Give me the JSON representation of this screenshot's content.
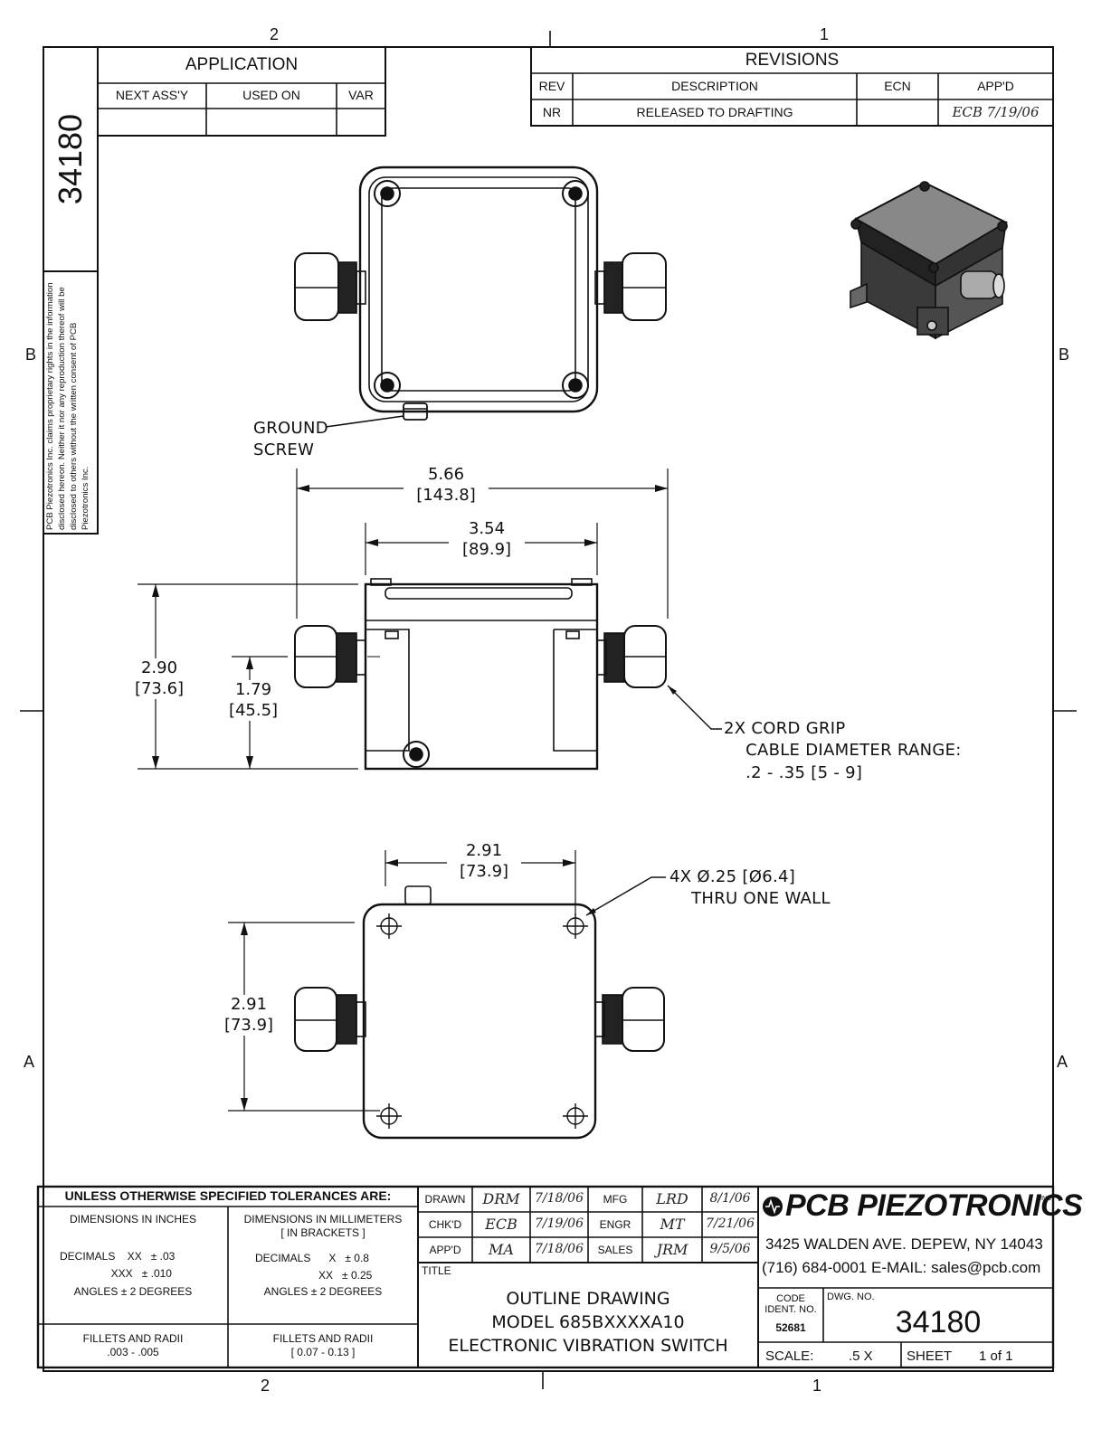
{
  "zones": {
    "top_left": "2",
    "top_right": "1",
    "bottom_left": "2",
    "bottom_right": "1",
    "row_b": "B",
    "row_a": "A"
  },
  "side_tab": {
    "number": "34180",
    "proprietary": "PCB Piezotronics Inc. claims proprietary rights in the information disclosed hereon. Neither it nor any reproduction thereof will be disclosed to others without the written consent of PCB Piezotronics Inc."
  },
  "application": {
    "title": "APPLICATION",
    "col_next": "NEXT ASS'Y",
    "col_used": "USED ON",
    "col_var": "VAR"
  },
  "revisions": {
    "title": "REVISIONS",
    "col_rev": "REV",
    "col_desc": "DESCRIPTION",
    "col_ecn": "ECN",
    "col_appd": "APP'D",
    "row_rev": "NR",
    "row_desc": "RELEASED TO DRAFTING",
    "row_ecn": "",
    "row_appd": "ECB 7/19/06"
  },
  "annotations": {
    "ground_screw": "GROUND\nSCREW",
    "cord_grip": "2X CORD GRIP\n    CABLE DIAMETER RANGE:\n    .2 - .35 [5 - 9]",
    "thru_wall": "4X Ø.25 [Ø6.4]\n    THRU ONE WALL"
  },
  "dimensions": {
    "overall_width": "5.66\n[143.8]",
    "body_width": "3.54\n[89.9]",
    "overall_height": "2.90\n[73.6]",
    "grip_height": "1.79\n[45.5]",
    "hole_spacing_x": "2.91\n[73.9]",
    "hole_spacing_y": "2.91\n[73.9]"
  },
  "tolerances": {
    "header": "UNLESS OTHERWISE SPECIFIED TOLERANCES ARE:",
    "inch_title": "DIMENSIONS IN INCHES",
    "mm_title": "DIMENSIONS IN MILLIMETERS\n[ IN BRACKETS ]",
    "inch_decimals": "DECIMALS    XX   ± .03\n                 XXX   ± .010",
    "inch_angles": "ANGLES ± 2 DEGREES",
    "mm_decimals": "DECIMALS      X   ± 0.8\n                     XX   ± 0.25",
    "mm_angles": "ANGLES ± 2 DEGREES",
    "inch_fillets": "FILLETS AND RADII\n.003 - .005",
    "mm_fillets": "FILLETS AND RADII\n[ 0.07 - 0.13 ]"
  },
  "signoff": {
    "drawn": "DRAWN",
    "drawn_by": "DRM",
    "drawn_date": "7/18/06",
    "chkd": "CHK'D",
    "chkd_by": "ECB",
    "chkd_date": "7/19/06",
    "appd": "APP'D",
    "appd_by": "MA",
    "appd_date": "7/18/06",
    "mfg": "MFG",
    "mfg_by": "LRD",
    "mfg_date": "8/1/06",
    "engr": "ENGR",
    "engr_by": "MT",
    "engr_date": "7/21/06",
    "sales": "SALES",
    "sales_by": "JRM",
    "sales_date": "9/5/06"
  },
  "title_block": {
    "title_label": "TITLE",
    "title_text": "OUTLINE DRAWING\nMODEL 685BXXXXA10\nELECTRONIC VIBRATION SWITCH",
    "company": "PCB PIEZOTRONICS",
    "company_suffix": "INC",
    "address": "3425 WALDEN AVE. DEPEW, NY 14043",
    "contact": "(716)  684-0001  E-MAIL:  sales@pcb.com",
    "code_label": "CODE\nIDENT. NO.",
    "code_value": "52681",
    "dwg_label": "DWG. NO.",
    "dwg_value": "34180",
    "scale_label": "SCALE:",
    "scale_value": ".5 X",
    "sheet_label": "SHEET",
    "sheet_value": "1 of 1"
  }
}
